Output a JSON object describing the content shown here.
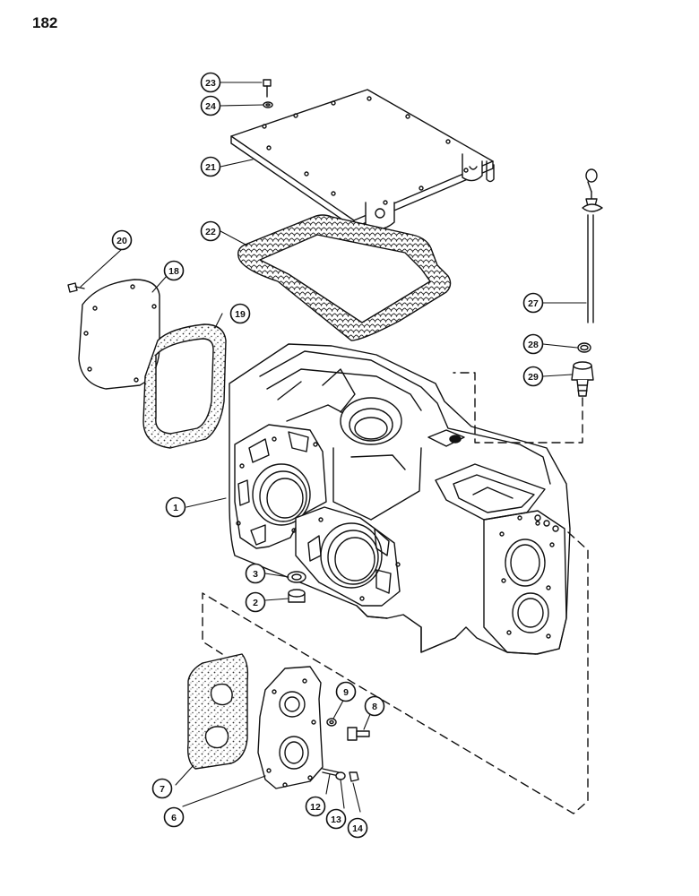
{
  "page": {
    "number": "182"
  },
  "colors": {
    "ink": "#111111",
    "paper": "#ffffff"
  },
  "parts": [
    {
      "id": "p1",
      "label": "1",
      "name": "transmission-housing"
    },
    {
      "id": "p2",
      "label": "2",
      "name": "drain-plug"
    },
    {
      "id": "p3",
      "label": "3",
      "name": "plug-washer"
    },
    {
      "id": "p6",
      "label": "6",
      "name": "cover-plate"
    },
    {
      "id": "p7",
      "label": "7",
      "name": "cover-gasket"
    },
    {
      "id": "p8",
      "label": "8",
      "name": "cover-bolt"
    },
    {
      "id": "p9",
      "label": "9",
      "name": "bolt-lockwasher"
    },
    {
      "id": "p12",
      "label": "12",
      "name": "stud"
    },
    {
      "id": "p13",
      "label": "13",
      "name": "stud-washer"
    },
    {
      "id": "p14",
      "label": "14",
      "name": "stud-nut"
    },
    {
      "id": "p18",
      "label": "18",
      "name": "side-cover"
    },
    {
      "id": "p19",
      "label": "19",
      "name": "side-cover-gasket"
    },
    {
      "id": "p20",
      "label": "20",
      "name": "side-cover-bolt"
    },
    {
      "id": "p21",
      "label": "21",
      "name": "top-cover-plate"
    },
    {
      "id": "p22",
      "label": "22",
      "name": "top-cover-gasket"
    },
    {
      "id": "p23",
      "label": "23",
      "name": "top-cover-bolt"
    },
    {
      "id": "p24",
      "label": "24",
      "name": "top-cover-lockwasher"
    },
    {
      "id": "p27",
      "label": "27",
      "name": "dipstick"
    },
    {
      "id": "p28",
      "label": "28",
      "name": "dipstick-o-ring"
    },
    {
      "id": "p29",
      "label": "29",
      "name": "dipstick-tube"
    }
  ]
}
